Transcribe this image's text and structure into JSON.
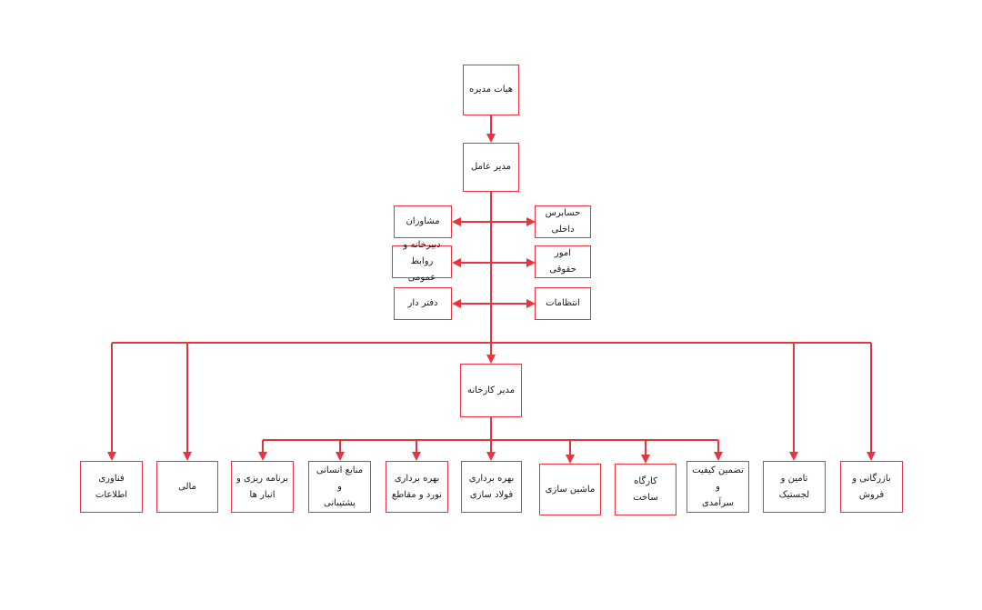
{
  "style": {
    "line_color": "#e8343f",
    "box_border": "#e8343f",
    "text_color": "#1a1a1a",
    "background": "#ffffff"
  },
  "nodes": {
    "board": "هیات مدیره",
    "ceo": "مدیر عامل",
    "advisors": "مشاوران",
    "auditor": "حسابرس\nداخلی",
    "secretariat": "دبیرخانه و\nروابط عمومی",
    "legal": "امور حقوقی",
    "office_manager": "دفتر دار",
    "security": "انتظامات",
    "factory_manager": "مدیر کارخانه",
    "it": "فناوری اطلاعات",
    "finance": "مالی",
    "planning": "برنامه ریزی و\nانبار ها",
    "hr": "منابع انسانی و\nپشتیبانی",
    "rolling": "بهره برداری\nنورد و مقاطع",
    "steel": "بهره برداری\nفولاد سازی",
    "machining": "ماشین سازی",
    "workshop": "کارگاه ساخت",
    "quality": "تضمین کیفیت و\nسرآمدی",
    "logistics": "تامین و لجستیک",
    "sales": "بازرگانی و فروش"
  }
}
